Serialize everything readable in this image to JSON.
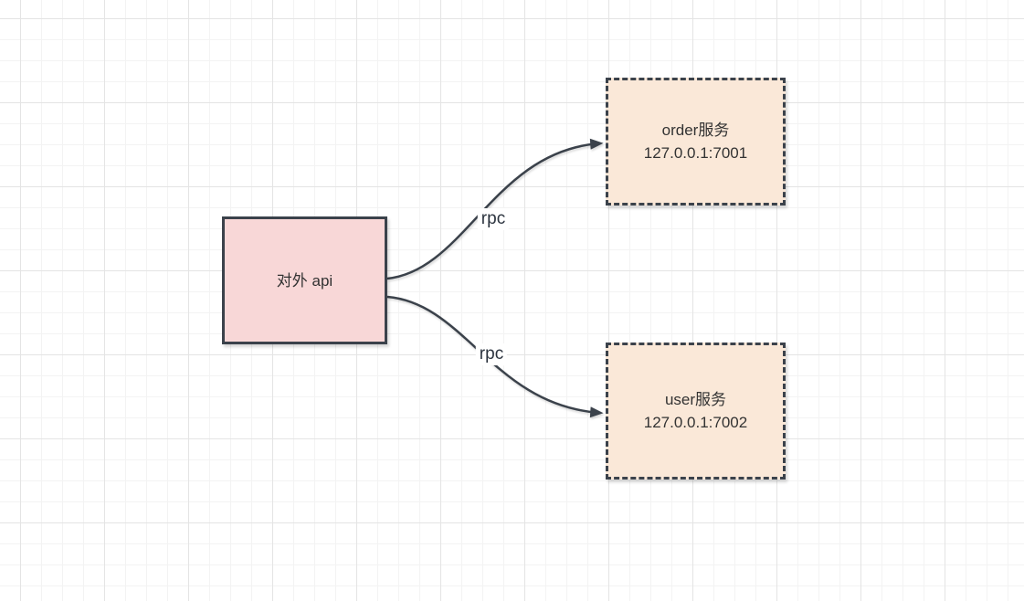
{
  "canvas": {
    "type": "diagram-grid-canvas"
  },
  "colors": {
    "stroke": "#3b424b",
    "text": "#333333",
    "api_fill": "#f8d7d7",
    "service_fill": "#fae8d8",
    "grid_minor": "#f3f3f3",
    "grid_major": "#e4e4e4",
    "label_bg": "#ffffff",
    "canvas_bg": "#ffffff"
  },
  "nodes": [
    {
      "id": "api",
      "label": "对外 api"
    },
    {
      "id": "order",
      "title": "order服务",
      "address": "127.0.0.1:7001"
    },
    {
      "id": "user",
      "title": "user服务",
      "address": "127.0.0.1:7002"
    }
  ],
  "edges": [
    {
      "from": "api",
      "to": "order",
      "label": "rpc"
    },
    {
      "from": "api",
      "to": "user",
      "label": "rpc"
    }
  ]
}
